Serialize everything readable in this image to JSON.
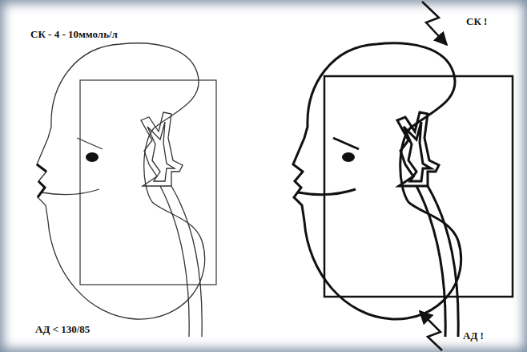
{
  "diagram": {
    "labels": [
      "СК - 4 - 10ммоль/л",
      "АД < 130/85",
      "СК !",
      "АД !"
    ]
  }
}
